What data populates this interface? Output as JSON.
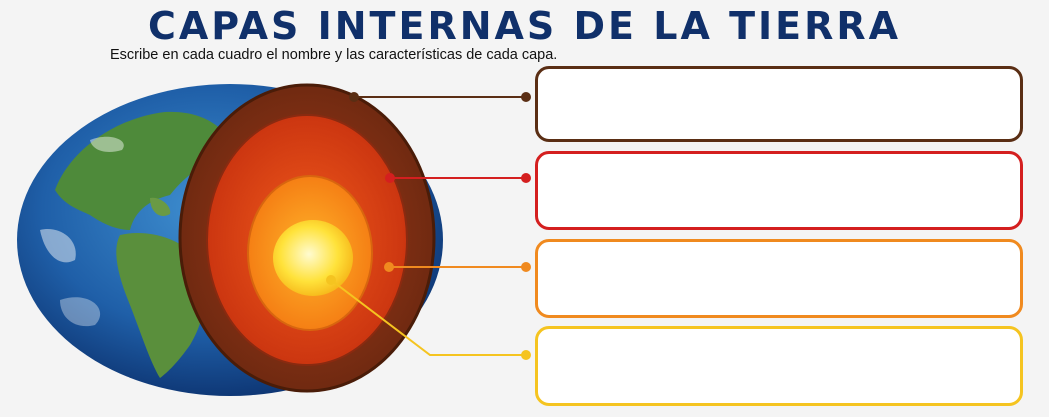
{
  "worksheet": {
    "title": "CAPAS INTERNAS DE LA TIERRA",
    "instruction": "Escribe en cada cuadro el nombre y las características de cada capa."
  },
  "colors": {
    "title": "#10306a",
    "layer_1": "#5a2e14",
    "layer_2": "#d41f1f",
    "layer_3": "#f08a1f",
    "layer_4": "#f5c420"
  },
  "layers": [
    {
      "id": 1,
      "answer_text": ""
    },
    {
      "id": 2,
      "answer_text": ""
    },
    {
      "id": 3,
      "answer_text": ""
    },
    {
      "id": 4,
      "answer_text": ""
    }
  ]
}
